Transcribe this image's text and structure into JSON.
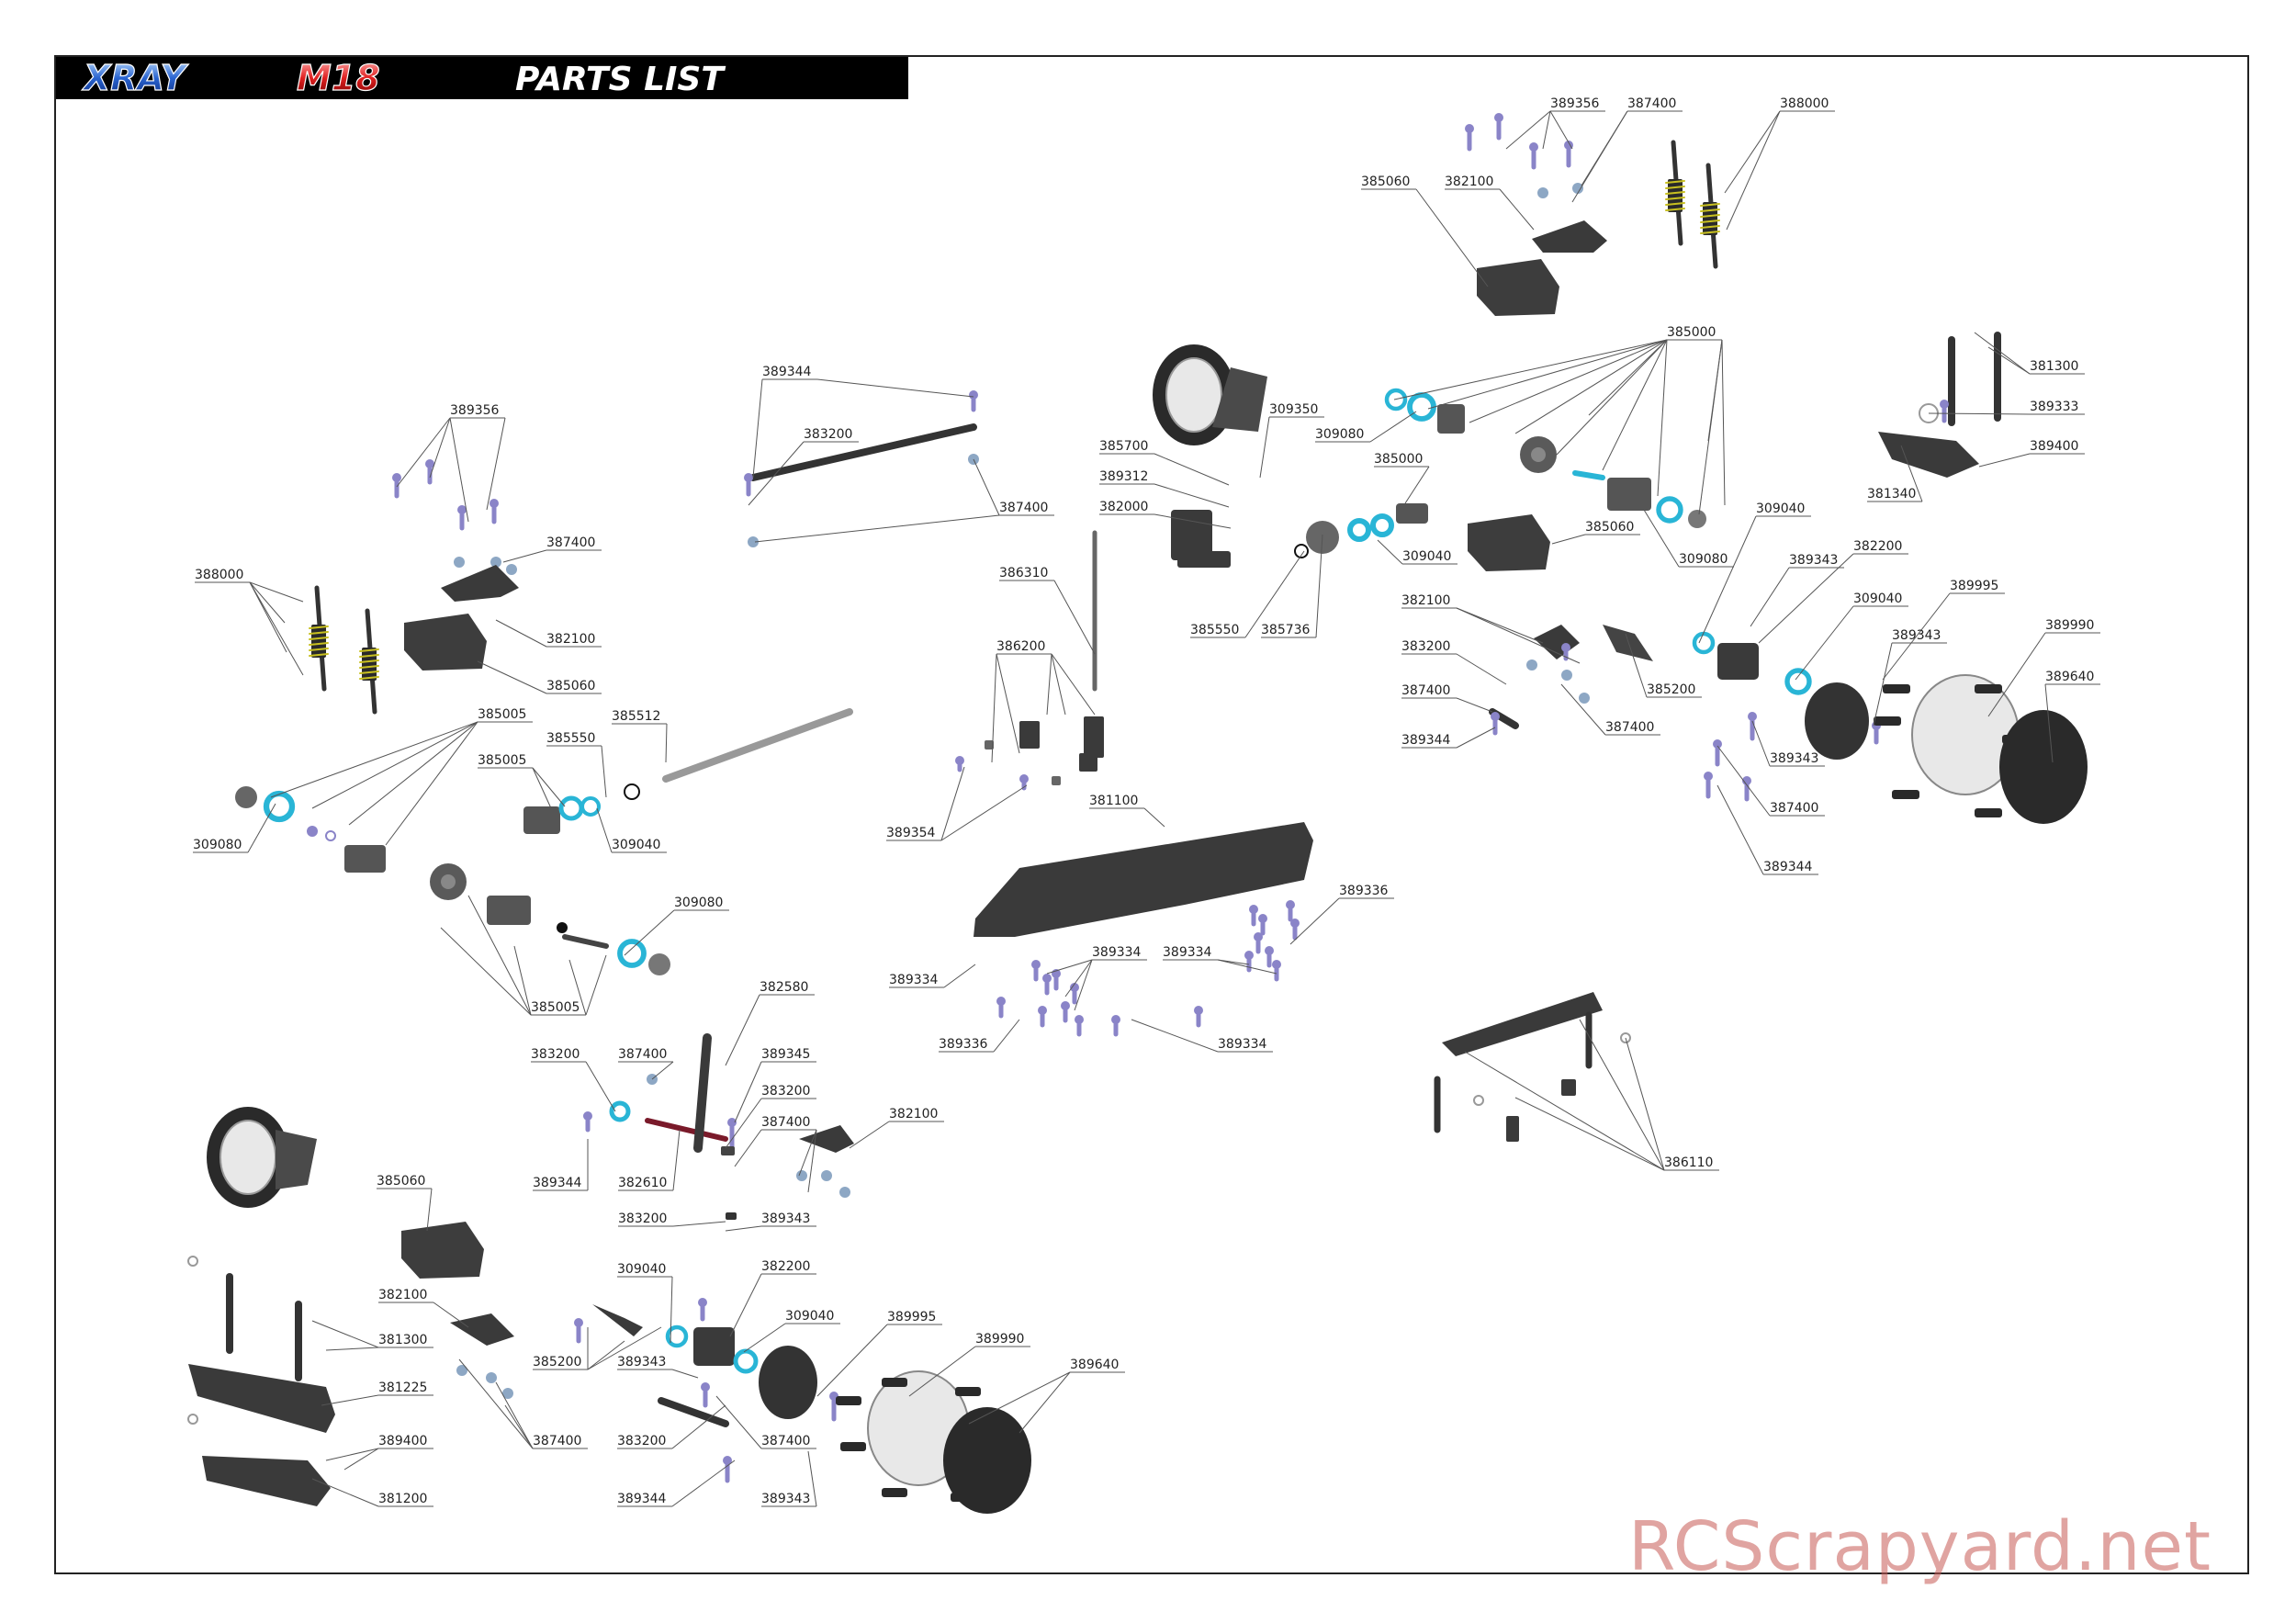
{
  "header": {
    "brand": "XRAY",
    "model": "M18",
    "title": "PARTS LIST"
  },
  "watermark": "RCScrapyard.net",
  "colors": {
    "part_gray": "#3d3d3d",
    "screw_purple": "#8a84c8",
    "bearing_cyan": "#29b5d6",
    "nut_blue": "#8da7c4",
    "header_bg": "#000000",
    "watermark": "#c85a55"
  },
  "labels": [
    "389356",
    "387400",
    "388000",
    "385060",
    "382100",
    "385000",
    "381300",
    "389333",
    "389400",
    "381340",
    "389344",
    "383200",
    "309350",
    "309080",
    "385700",
    "389312",
    "385000",
    "382000",
    "387400",
    "385550",
    "385736",
    "309040",
    "385060",
    "309080",
    "309040",
    "389343",
    "382200",
    "309040",
    "389995",
    "389990",
    "389640",
    "382100",
    "383200",
    "387400",
    "389344",
    "385200",
    "387400",
    "389343",
    "387400",
    "389344",
    "389343",
    "386310",
    "386200",
    "389354",
    "381100",
    "389336",
    "389334",
    "389334",
    "389334",
    "389336",
    "389334",
    "386110",
    "389356",
    "387400",
    "388000",
    "382100",
    "385060",
    "385005",
    "385512",
    "385550",
    "385005",
    "309080",
    "309040",
    "309080",
    "385005",
    "382580",
    "383200",
    "387400",
    "389345",
    "383200",
    "387400",
    "382100",
    "389344",
    "382610",
    "383200",
    "389343",
    "385060",
    "309040",
    "382200",
    "309040",
    "382100",
    "381300",
    "385200",
    "389343",
    "389995",
    "389990",
    "389640",
    "381225",
    "387400",
    "383200",
    "387400",
    "389400",
    "381200",
    "389344",
    "389343"
  ]
}
